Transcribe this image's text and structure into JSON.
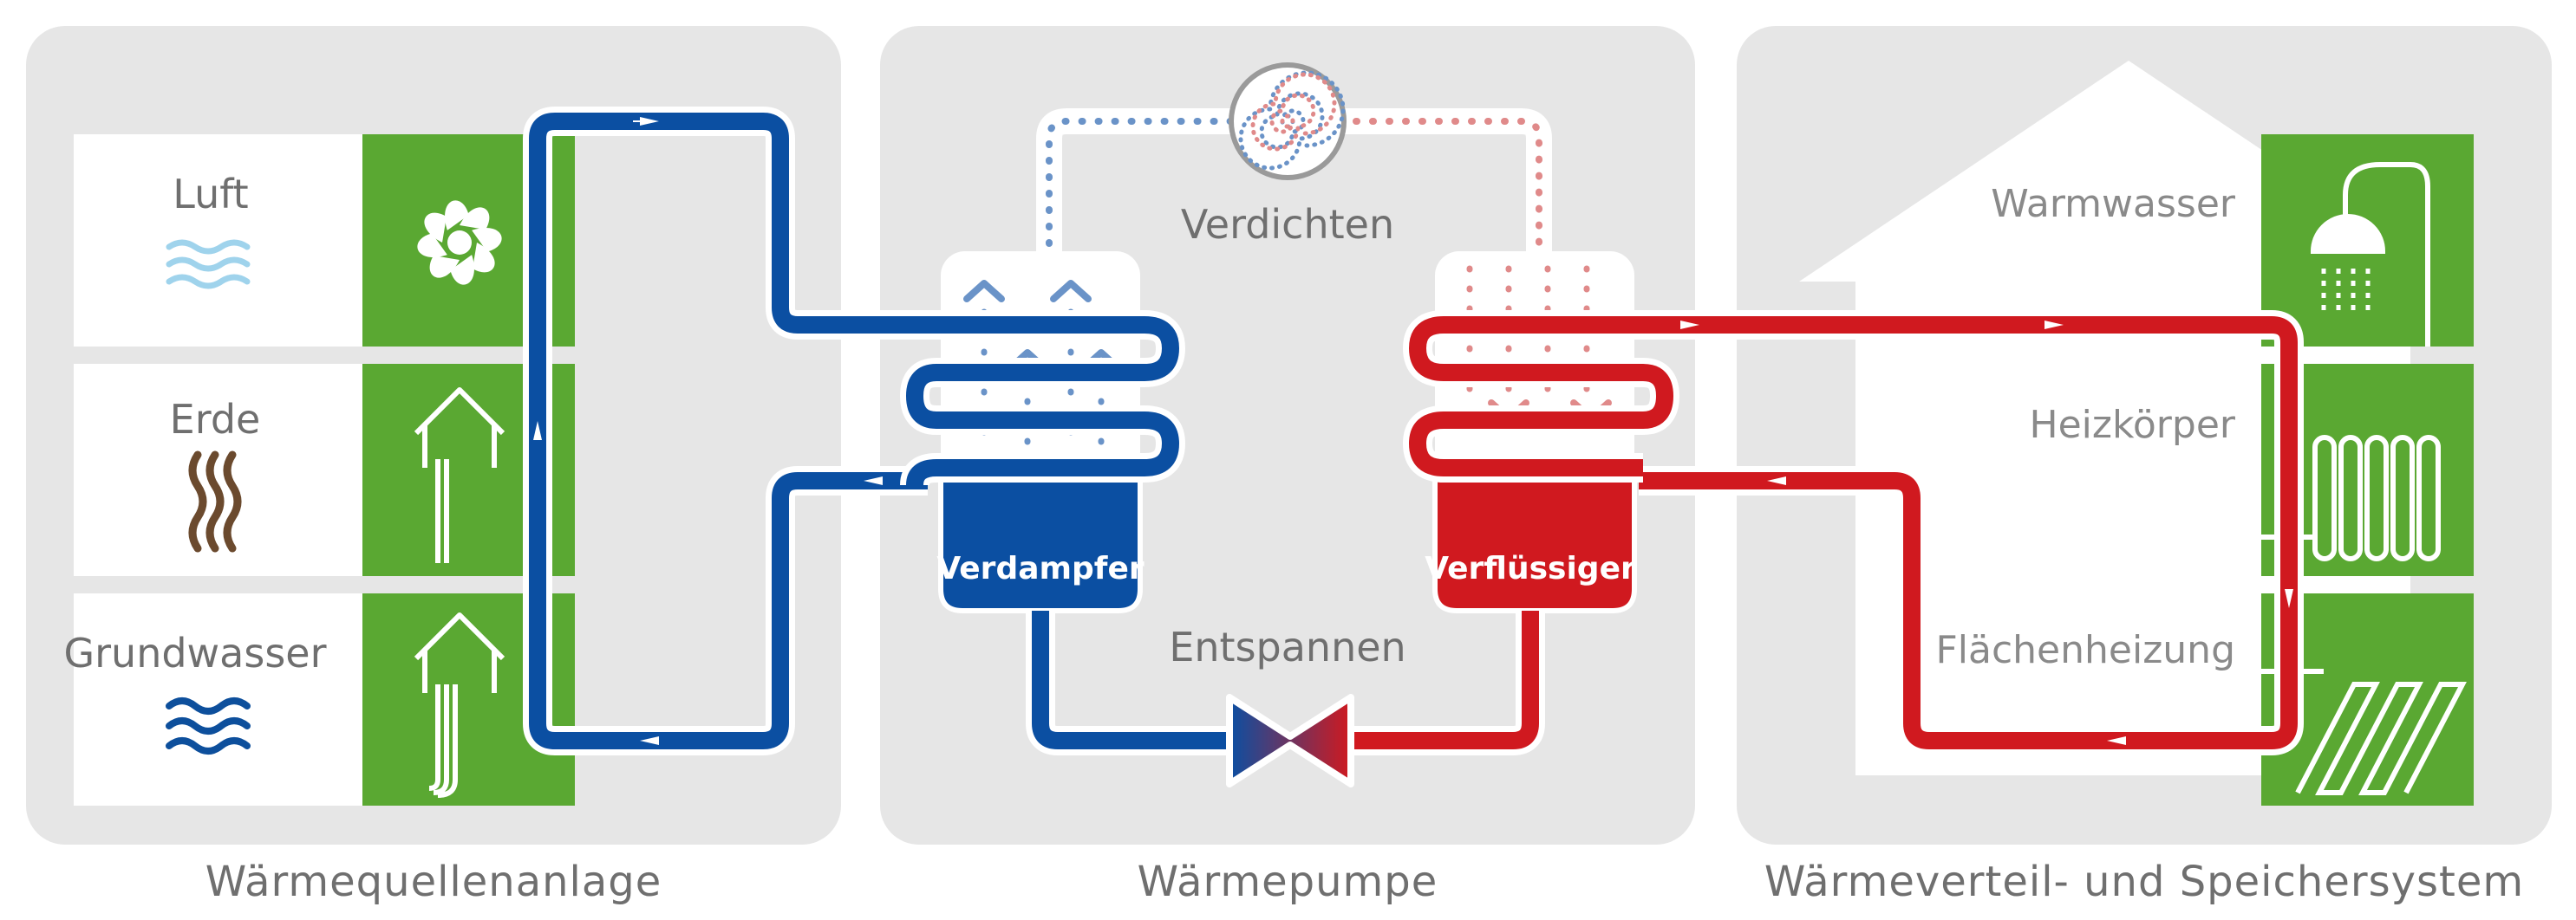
{
  "panels": {
    "source": {
      "label": "Wärmequellenanlage"
    },
    "pump": {
      "label": "Wärmepumpe"
    },
    "distribution": {
      "label": "Wärmeverteil- und Speichersystem"
    }
  },
  "sources": [
    {
      "label": "Luft",
      "symbol": "air-waves",
      "icon": "fan-icon",
      "color": "#9fd3ec"
    },
    {
      "label": "Erde",
      "symbol": "earth-waves",
      "icon": "ground-probe-icon",
      "color": "#6b4a2e"
    },
    {
      "label": "Grundwasser",
      "symbol": "water-waves",
      "icon": "groundwater-well-icon",
      "color": "#0d4f9c"
    }
  ],
  "pump": {
    "compress_label": "Verdichten",
    "expand_label": "Entspannen",
    "evaporator_label": "Verdampfer",
    "condenser_label": "Verflüssiger",
    "compressor_icon": "compressor-spiral-icon",
    "valve_icon": "expansion-valve-icon"
  },
  "consumers": [
    {
      "label": "Warmwasser",
      "icon": "shower-icon"
    },
    {
      "label": "Heizkörper",
      "icon": "radiator-icon"
    },
    {
      "label": "Flächenheizung",
      "icon": "floor-heating-icon"
    }
  ],
  "colors": {
    "cold_loop": "#0b4fa2",
    "hot_loop": "#d0191f",
    "icon_green": "#5aa832",
    "panel_gray": "#e6e6e6",
    "label_gray": "#6f6f6f",
    "cold_dots": "#6a93c8",
    "hot_dots": "#e08a8a"
  }
}
